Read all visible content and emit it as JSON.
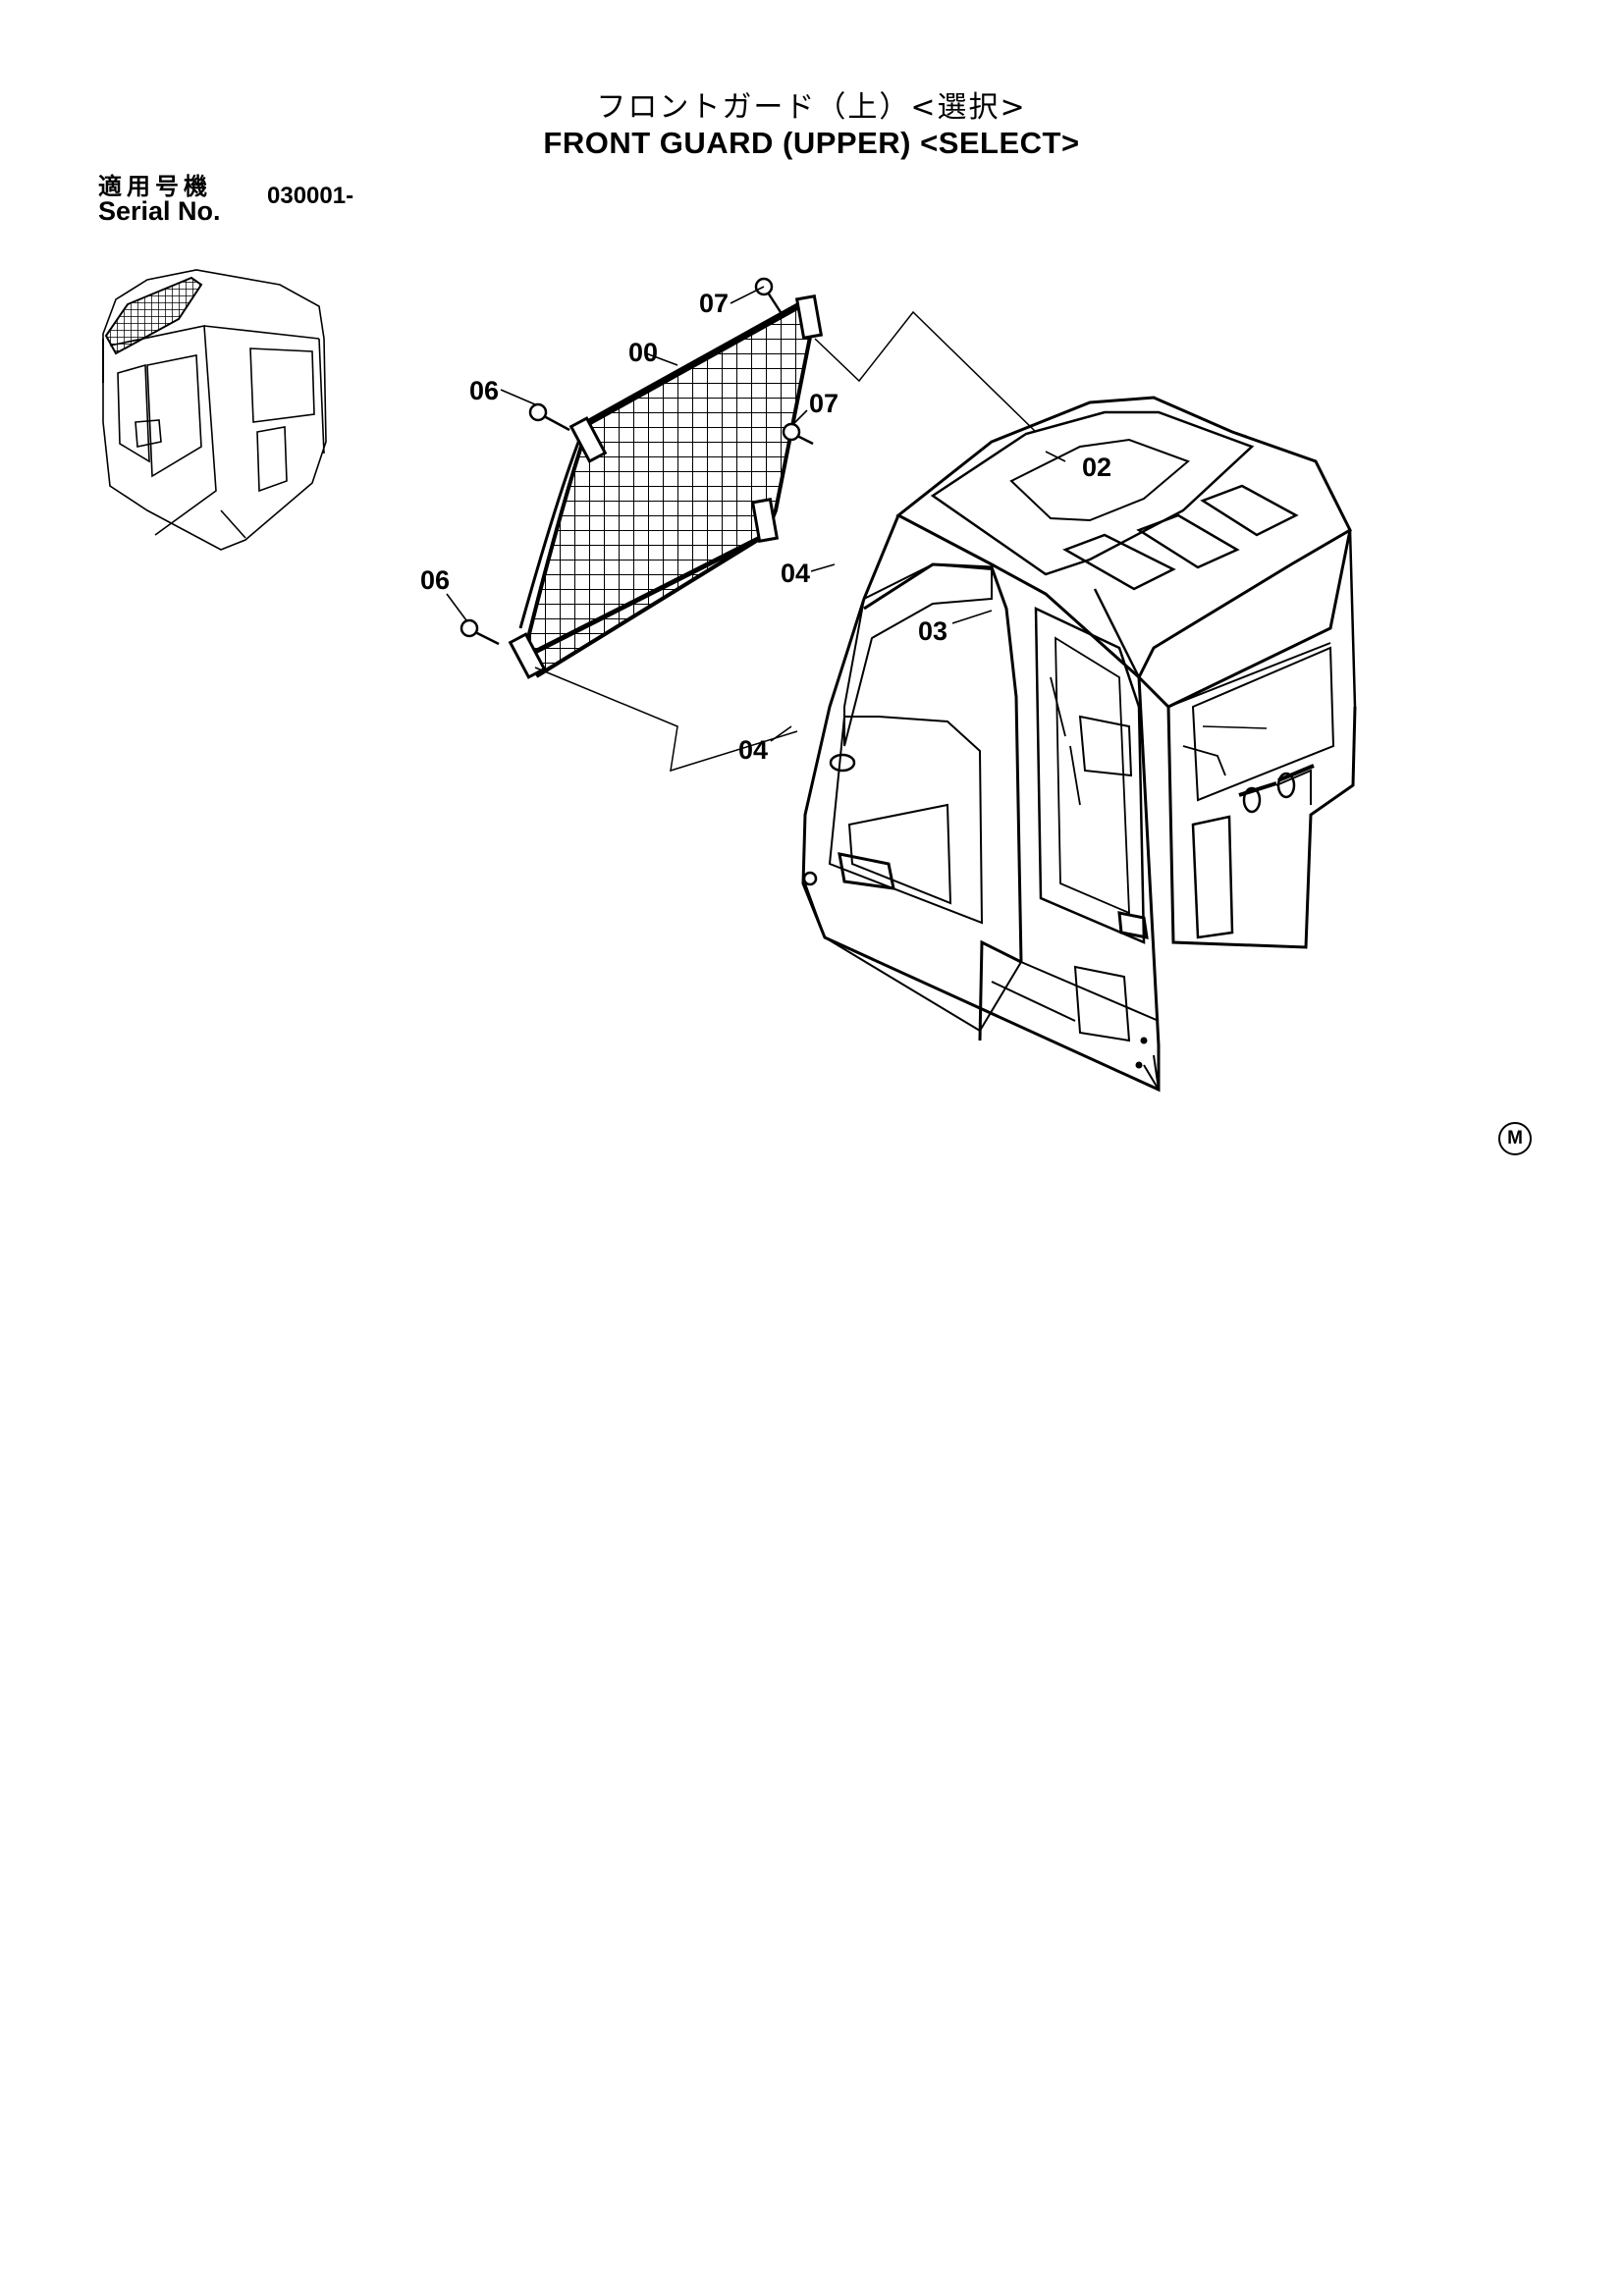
{
  "header": {
    "title_jp": "フロントガード（上）<選択>",
    "title_en": "FRONT GUARD (UPPER) <SELECT>",
    "serial_label_jp": "適用号機",
    "serial_label_en": "Serial No.",
    "serial_value": "030001-"
  },
  "callouts": {
    "c00": "00",
    "c02": "02",
    "c03": "03",
    "c04a": "04",
    "c04b": "04",
    "c06a": "06",
    "c06b": "06",
    "c07a": "07",
    "c07b": "07"
  },
  "mark": "M"
}
